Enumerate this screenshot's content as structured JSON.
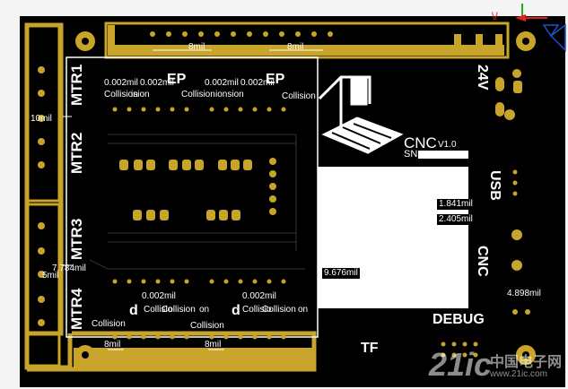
{
  "board": {
    "title": "CNC",
    "version": "V1.0",
    "serial_label": "SN",
    "labels": {
      "mtr1": "MTR1",
      "mtr2": "MTR2",
      "mtr3": "MTR3",
      "mtr4": "MTR4",
      "v24": "24V",
      "usb": "USB",
      "cnc": "CNC",
      "debug": "DEBUG",
      "tf": "TF",
      "ep_left": "EP",
      "ep_right": "EP",
      "d_left": "d",
      "d_right": "d"
    }
  },
  "measurements": {
    "m_8mil_a": "8mil",
    "m_8mil_b": "8mil",
    "m_8mil_c": "8mil",
    "m_8mil_d": "8mil",
    "m_10mil": "10mil",
    "m_5mil": "5mil",
    "m_7784": "7.784mil",
    "m_002_a": "0.002mil",
    "m_002_b": "0.002mil",
    "m_002_c": "0.002mil",
    "m_002_d": "0.002mil",
    "m_002_e": "0.002mil",
    "m_002_f": "0.002mil",
    "m_1841": "1.841mil",
    "m_2405": "2.405mil",
    "m_9676": "9.676mil",
    "m_4898": "4.898mil"
  },
  "collisions": {
    "c1": "Collision",
    "c2": "ision",
    "c3": "Collision",
    "c4": "ionsion",
    "c5": "Collision",
    "c6": "Collisio",
    "c7": "Collision",
    "c8": "on",
    "c9": "Collisio",
    "c10": "Collision",
    "c11": "on",
    "c12": "Collision",
    "c13": "Collision"
  },
  "watermark": {
    "brand": "21ic",
    "cn": "中国电子网",
    "url": "www.21ic.com"
  },
  "colors": {
    "board": "#000000",
    "copper": "#c8a52a",
    "silk": "#ffffff",
    "bg": "#f4f4f4",
    "axis_red": "#e02020",
    "axis_green": "#19b019",
    "axis_blue": "#2050d0"
  }
}
